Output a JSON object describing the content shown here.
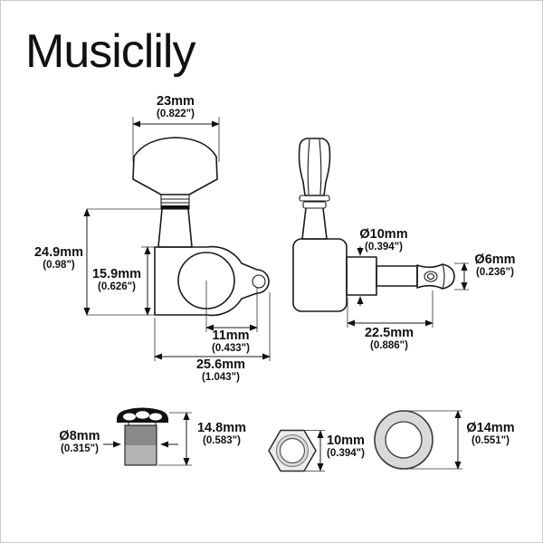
{
  "logo": "Musiclily",
  "colors": {
    "line": "#1a1a1a",
    "background": "#ffffff",
    "bushing_dark_gray": "#8a8a8a",
    "bushing_light_gray": "#b3b3b3",
    "part_gray": "#d9d9d9",
    "nut_face_gray": "#ececec"
  },
  "dimensions": {
    "front": {
      "button_width_mm": "23mm",
      "button_width_in": "(0.822\")",
      "overall_height_mm": "24.9mm",
      "overall_height_in": "(0.98\")",
      "housing_height_mm": "15.9mm",
      "housing_height_in": "(0.626\")",
      "screw_offset_mm": "11mm",
      "screw_offset_in": "(0.433\")",
      "overall_width_mm": "25.6mm",
      "overall_width_in": "(1.043\")"
    },
    "side": {
      "boss_dia_mm": "Ø10mm",
      "boss_dia_in": "(0.394\")",
      "post_dia_mm": "Ø6mm",
      "post_dia_in": "(0.236\")",
      "post_length_mm": "22.5mm",
      "post_length_in": "(0.886\")"
    },
    "hardware": {
      "bushing_dia_mm": "Ø8mm",
      "bushing_dia_in": "(0.315\")",
      "bushing_height_mm": "14.8mm",
      "bushing_height_in": "(0.583\")",
      "nut_size_mm": "10mm",
      "nut_size_in": "(0.394\")",
      "washer_dia_mm": "Ø14mm",
      "washer_dia_in": "(0.551\")"
    }
  }
}
